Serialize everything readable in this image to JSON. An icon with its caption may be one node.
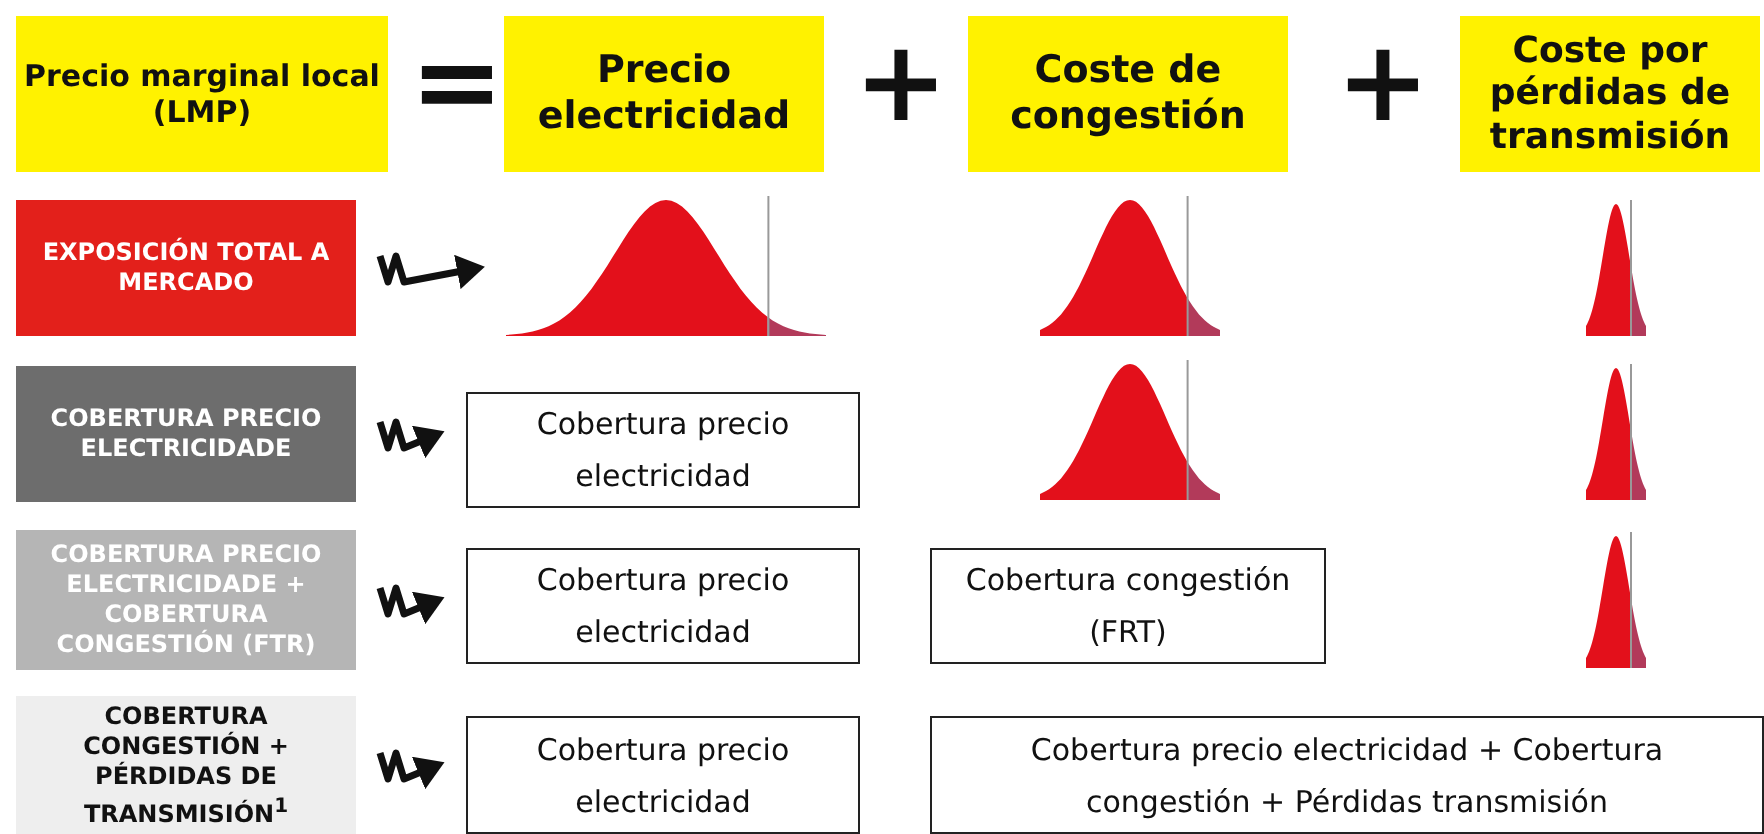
{
  "diagram": {
    "nodes": [
      {
        "text": [
          "Precio marginal local (LMP)"
        ]
      },
      {
        "text": [
          "Precio electricidad"
        ]
      },
      {
        "text": [
          "Coste de congestión"
        ]
      },
      {
        "text": [
          "Coste por pérdidas de transmisión"
        ]
      },
      {
        "text": [
          "EXPOSICIÓN TOTAL A MERCADO"
        ]
      },
      {
        "text": [],
        "shape": "picture"
      },
      {
        "text": [],
        "shape": "picture"
      },
      {
        "text": [],
        "shape": "picture"
      },
      {
        "text": [
          "COBERTURA PRECIO ELECTRICIDADE"
        ]
      },
      {
        "text": [
          "Cobertura precio electricidad"
        ]
      },
      {
        "text": [],
        "shape": "picture"
      },
      {
        "text": [],
        "shape": "picture"
      },
      {
        "text": [
          "COBERTURA PRECIO ELECTRICIDADE + COBERTURA CONGESTIÓN (FTR)"
        ]
      },
      {
        "text": [
          "Cobertura precio electricidad"
        ]
      },
      {
        "text": [
          "Cobertura congestión (FRT)"
        ]
      },
      {
        "text": [],
        "shape": "picture"
      },
      {
        "text": [
          "COBERTURA CONGESTIÓN + PÉRDIDAS DE TRANSMISIÓN$^{1}$"
        ]
      },
      {
        "text": [
          "Cobertura precio electricidad"
        ]
      },
      {
        "text": [
          "Cobertura precio electricidad + Cobertura congestión + Pérdidas transmisión"
        ]
      }
    ],
    "edges": [
      {
        "from": 4,
        "to": 5,
        "arrow": "to"
      },
      {
        "from": 8,
        "to": 9,
        "arrow": "to"
      },
      {
        "from": 12,
        "to": 13,
        "arrow": "to"
      },
      {
        "from": 16,
        "to": 17,
        "arrow": "to"
      }
    ],
    "labels": [
      "=",
      "+",
      "+"
    ]
  }
}
